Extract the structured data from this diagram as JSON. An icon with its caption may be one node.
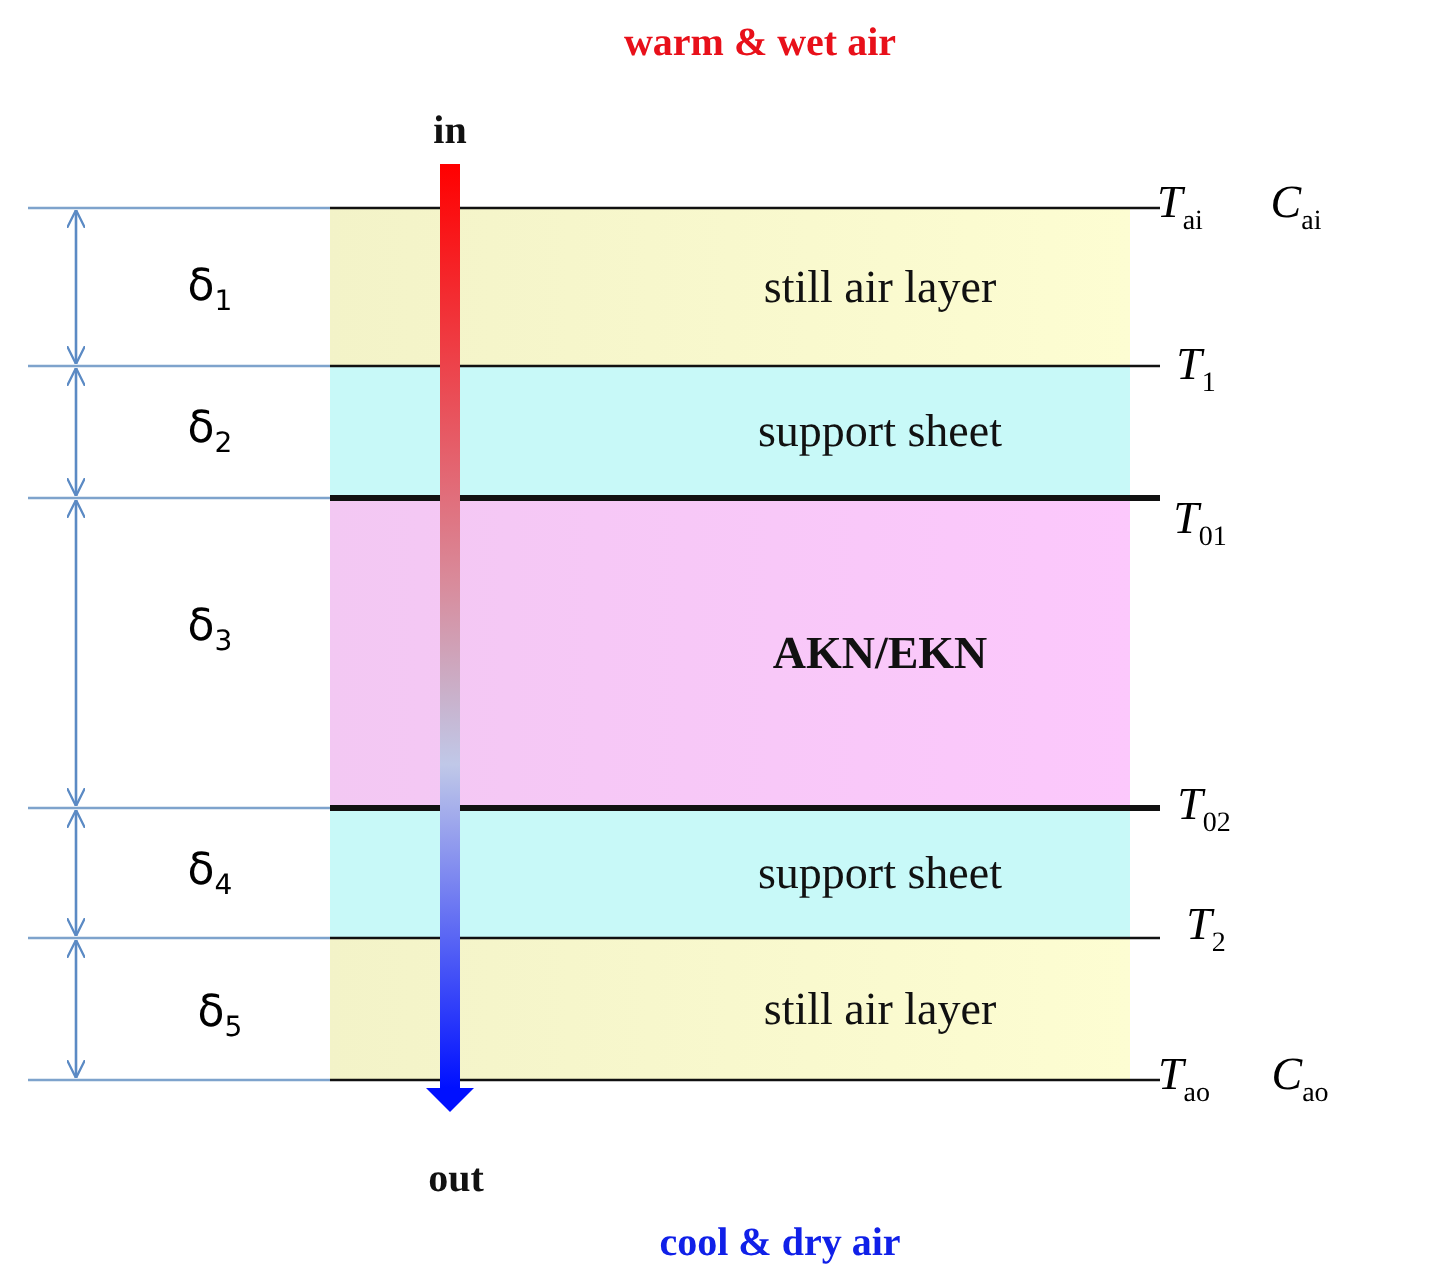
{
  "diagram": {
    "nodes": [
      {
        "text": [
          "still air layer"
        ]
      },
      {
        "text": [
          "support sheet"
        ]
      },
      {
        "text": [
          "AKN/EKN"
        ]
      },
      {
        "text": [
          "support sheet"
        ]
      },
      {
        "text": [
          "still air layer"
        ]
      }
    ],
    "edges": [],
    "labels": [
      "warm & wet air",
      "in",
      "δ$_{1}$",
      "*T*$_{ai}$",
      "*C*$_{ai}$",
      "*T*$_{1}$",
      "δ$_{2}$",
      "*T*$_{01}$",
      "δ$_{3}$",
      "*T*$_{02}$",
      "δ$_{4}$",
      "*T*$_{2}$",
      "δ$_{5}$",
      "*T*$_{ao}$",
      "*C*$_{ao}$",
      "out",
      "cool & dry air"
    ]
  }
}
